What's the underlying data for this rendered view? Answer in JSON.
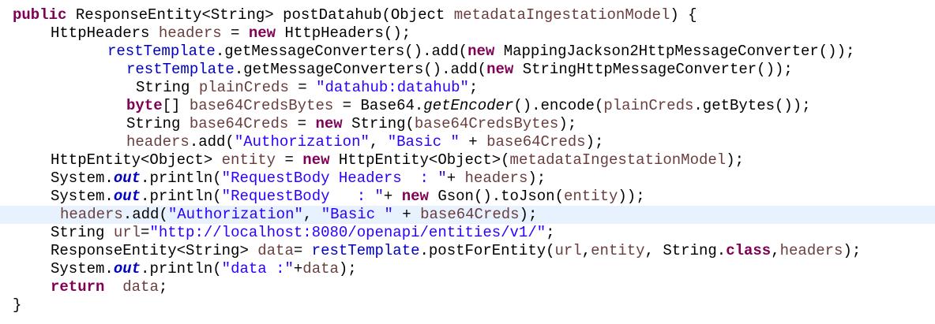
{
  "editor": {
    "highlight_color": "#e8f2fe",
    "colors": {
      "keyword": "#7f0055",
      "field": "#0000c0",
      "string": "#2a00ff",
      "variable": "#6a3e3e"
    },
    "lines": [
      {
        "indent": 16,
        "tokens": [
          {
            "t": "public",
            "c": "kw"
          },
          {
            "t": " ResponseEntity<String> postDatahub(Object ",
            "c": "txt"
          },
          {
            "t": "metadataIngestationModel",
            "c": "local"
          },
          {
            "t": ") {",
            "c": "txt"
          }
        ]
      },
      {
        "indent": 64,
        "tokens": [
          {
            "t": "HttpHeaders ",
            "c": "txt"
          },
          {
            "t": "headers",
            "c": "local"
          },
          {
            "t": " = ",
            "c": "txt"
          },
          {
            "t": "new",
            "c": "kw"
          },
          {
            "t": " HttpHeaders();",
            "c": "txt"
          }
        ]
      },
      {
        "indent": 136,
        "tokens": [
          {
            "t": "restTemplate",
            "c": "fld"
          },
          {
            "t": ".getMessageConverters().add(",
            "c": "txt"
          },
          {
            "t": "new",
            "c": "kw"
          },
          {
            "t": " MappingJackson2HttpMessageConverter());",
            "c": "txt"
          }
        ]
      },
      {
        "indent": 160,
        "tokens": [
          {
            "t": "restTemplate",
            "c": "fld"
          },
          {
            "t": ".getMessageConverters().add(",
            "c": "txt"
          },
          {
            "t": "new",
            "c": "kw"
          },
          {
            "t": " StringHttpMessageConverter());",
            "c": "txt"
          }
        ]
      },
      {
        "indent": 172,
        "tokens": [
          {
            "t": "String ",
            "c": "txt"
          },
          {
            "t": "plainCreds",
            "c": "local"
          },
          {
            "t": " = ",
            "c": "txt"
          },
          {
            "t": "\"datahub:datahub\"",
            "c": "str"
          },
          {
            "t": ";",
            "c": "txt"
          }
        ]
      },
      {
        "indent": 160,
        "tokens": [
          {
            "t": "byte",
            "c": "kw"
          },
          {
            "t": "[] ",
            "c": "txt"
          },
          {
            "t": "base64CredsBytes",
            "c": "local"
          },
          {
            "t": " = Base64.",
            "c": "txt"
          },
          {
            "t": "getEncoder",
            "c": "ital"
          },
          {
            "t": "().encode(",
            "c": "txt"
          },
          {
            "t": "plainCreds",
            "c": "local"
          },
          {
            "t": ".getBytes());",
            "c": "txt"
          }
        ]
      },
      {
        "indent": 160,
        "tokens": [
          {
            "t": "String ",
            "c": "txt"
          },
          {
            "t": "base64Creds",
            "c": "local"
          },
          {
            "t": " = ",
            "c": "txt"
          },
          {
            "t": "new",
            "c": "kw"
          },
          {
            "t": " String(",
            "c": "txt"
          },
          {
            "t": "base64CredsBytes",
            "c": "local"
          },
          {
            "t": ");",
            "c": "txt"
          }
        ]
      },
      {
        "indent": 160,
        "tokens": [
          {
            "t": "headers",
            "c": "local"
          },
          {
            "t": ".add(",
            "c": "txt"
          },
          {
            "t": "\"Authorization\"",
            "c": "str"
          },
          {
            "t": ", ",
            "c": "txt"
          },
          {
            "t": "\"Basic \"",
            "c": "str"
          },
          {
            "t": " + ",
            "c": "txt"
          },
          {
            "t": "base64Creds",
            "c": "local"
          },
          {
            "t": ");",
            "c": "txt"
          }
        ]
      },
      {
        "indent": 64,
        "tokens": [
          {
            "t": "HttpEntity<Object> ",
            "c": "txt"
          },
          {
            "t": "entity",
            "c": "local"
          },
          {
            "t": " = ",
            "c": "txt"
          },
          {
            "t": "new",
            "c": "kw"
          },
          {
            "t": " HttpEntity<Object>(",
            "c": "txt"
          },
          {
            "t": "metadataIngestationModel",
            "c": "local"
          },
          {
            "t": ");",
            "c": "txt"
          }
        ]
      },
      {
        "indent": 64,
        "tokens": [
          {
            "t": "System.",
            "c": "txt"
          },
          {
            "t": "out",
            "c": "sfld"
          },
          {
            "t": ".println(",
            "c": "txt"
          },
          {
            "t": "\"RequestBody Headers  : \"",
            "c": "str"
          },
          {
            "t": "+ ",
            "c": "txt"
          },
          {
            "t": "headers",
            "c": "local"
          },
          {
            "t": ");",
            "c": "txt"
          }
        ]
      },
      {
        "indent": 64,
        "tokens": [
          {
            "t": "System.",
            "c": "txt"
          },
          {
            "t": "out",
            "c": "sfld"
          },
          {
            "t": ".println(",
            "c": "txt"
          },
          {
            "t": "\"RequestBody   : \"",
            "c": "str"
          },
          {
            "t": "+ ",
            "c": "txt"
          },
          {
            "t": "new",
            "c": "kw"
          },
          {
            "t": " Gson().toJson(",
            "c": "txt"
          },
          {
            "t": "entity",
            "c": "local"
          },
          {
            "t": "));",
            "c": "txt"
          }
        ]
      },
      {
        "indent": 76,
        "current": true,
        "tokens": [
          {
            "t": "headers",
            "c": "local"
          },
          {
            "t": ".add(",
            "c": "txt"
          },
          {
            "t": "\"Authorization\"",
            "c": "str"
          },
          {
            "t": ", ",
            "c": "txt"
          },
          {
            "t": "\"Basic \"",
            "c": "str"
          },
          {
            "t": " + ",
            "c": "txt"
          },
          {
            "t": "base64Creds",
            "c": "local"
          },
          {
            "t": ");",
            "c": "txt"
          }
        ]
      },
      {
        "indent": 64,
        "tokens": [
          {
            "t": "String ",
            "c": "txt"
          },
          {
            "t": "url",
            "c": "local"
          },
          {
            "t": "=",
            "c": "txt"
          },
          {
            "t": "\"http://localhost:8080/openapi/entities/v1/\"",
            "c": "str"
          },
          {
            "t": ";",
            "c": "txt"
          }
        ]
      },
      {
        "indent": 64,
        "tokens": [
          {
            "t": "ResponseEntity<String> ",
            "c": "txt"
          },
          {
            "t": "data",
            "c": "local"
          },
          {
            "t": "= ",
            "c": "txt"
          },
          {
            "t": "restTemplate",
            "c": "fld"
          },
          {
            "t": ".postForEntity(",
            "c": "txt"
          },
          {
            "t": "url",
            "c": "local"
          },
          {
            "t": ",",
            "c": "txt"
          },
          {
            "t": "entity",
            "c": "local"
          },
          {
            "t": ", String.",
            "c": "txt"
          },
          {
            "t": "class",
            "c": "kw"
          },
          {
            "t": ",",
            "c": "txt"
          },
          {
            "t": "headers",
            "c": "local"
          },
          {
            "t": ");",
            "c": "txt"
          }
        ]
      },
      {
        "indent": 64,
        "tokens": [
          {
            "t": "System.",
            "c": "txt"
          },
          {
            "t": "out",
            "c": "sfld"
          },
          {
            "t": ".println(",
            "c": "txt"
          },
          {
            "t": "\"data :\"",
            "c": "str"
          },
          {
            "t": "+",
            "c": "txt"
          },
          {
            "t": "data",
            "c": "local"
          },
          {
            "t": ");",
            "c": "txt"
          }
        ]
      },
      {
        "indent": 64,
        "tokens": [
          {
            "t": "return",
            "c": "kw"
          },
          {
            "t": "  ",
            "c": "txt"
          },
          {
            "t": "data",
            "c": "local"
          },
          {
            "t": ";",
            "c": "txt"
          }
        ]
      },
      {
        "indent": 16,
        "tokens": [
          {
            "t": "}",
            "c": "txt"
          }
        ]
      }
    ]
  }
}
